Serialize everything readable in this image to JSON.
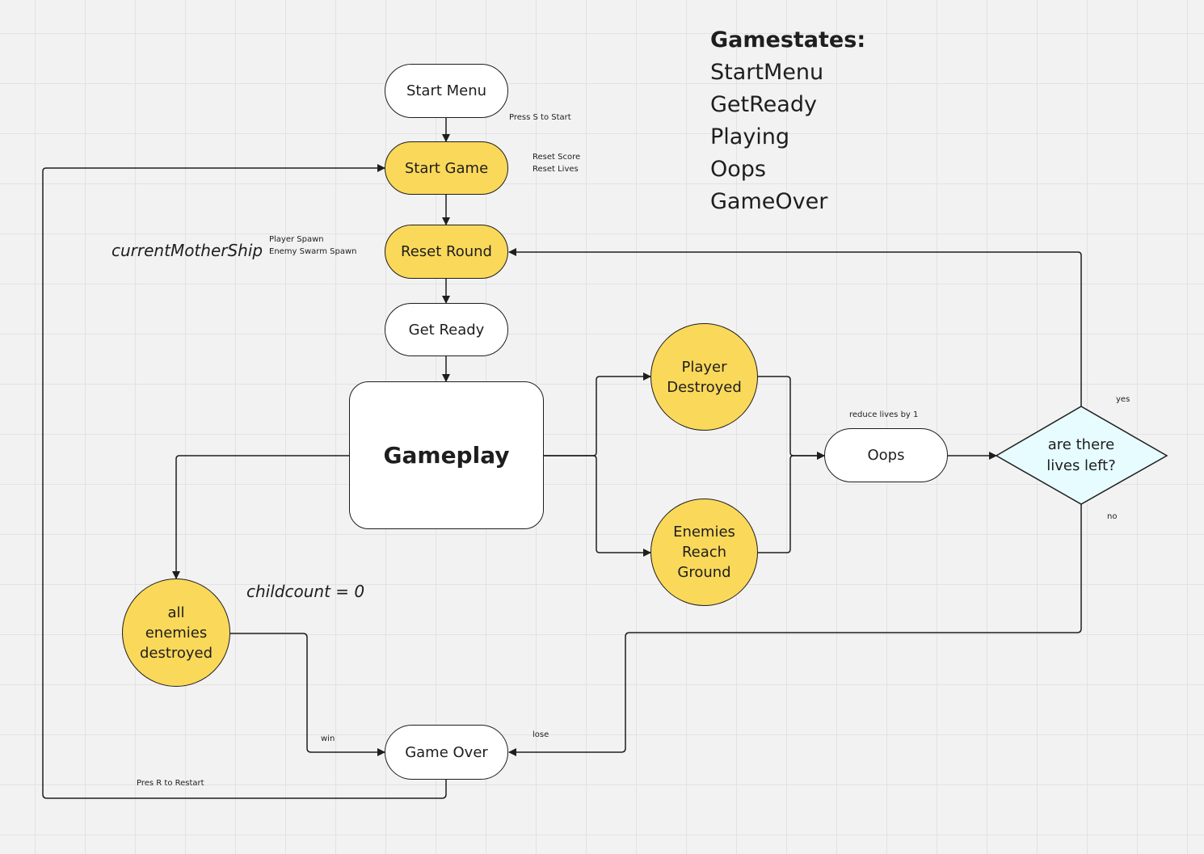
{
  "nodes": {
    "start_menu": "Start Menu",
    "start_game": "Start Game",
    "reset_round": "Reset Round",
    "get_ready": "Get Ready",
    "gameplay": "Gameplay",
    "player_destroyed": [
      "Player",
      "Destroyed"
    ],
    "enemies_reach_ground": [
      "Enemies",
      "Reach",
      "Ground"
    ],
    "all_enemies_destroyed": [
      "all",
      "enemies",
      "destroyed"
    ],
    "oops": "Oops",
    "lives_left": [
      "are there",
      "lives left?"
    ],
    "game_over": "Game Over"
  },
  "labels": {
    "press_s": "Press S to Start",
    "reset_score": "Reset Score",
    "reset_lives": "Reset Lives",
    "player_spawn": "Player Spawn",
    "enemy_swarm_spawn": "Enemy Swarm Spawn",
    "reduce_lives": "reduce lives by 1",
    "yes": "yes",
    "no": "no",
    "win": "win",
    "lose": "lose",
    "restart": "Pres R to Restart"
  },
  "annotations": {
    "mothership": "currentMotherShip",
    "childcount": "childcount = 0"
  },
  "gamestates": {
    "title": "Gamestates:",
    "items": [
      "StartMenu",
      "GetReady",
      "Playing",
      "Oops",
      "GameOver"
    ]
  },
  "colors": {
    "yellow": "#fad85a",
    "white": "#ffffff",
    "diamond": "#e6fcff",
    "stroke": "#1e1e1e",
    "grid": "#e2e2e2",
    "background": "#f2f2f2"
  }
}
